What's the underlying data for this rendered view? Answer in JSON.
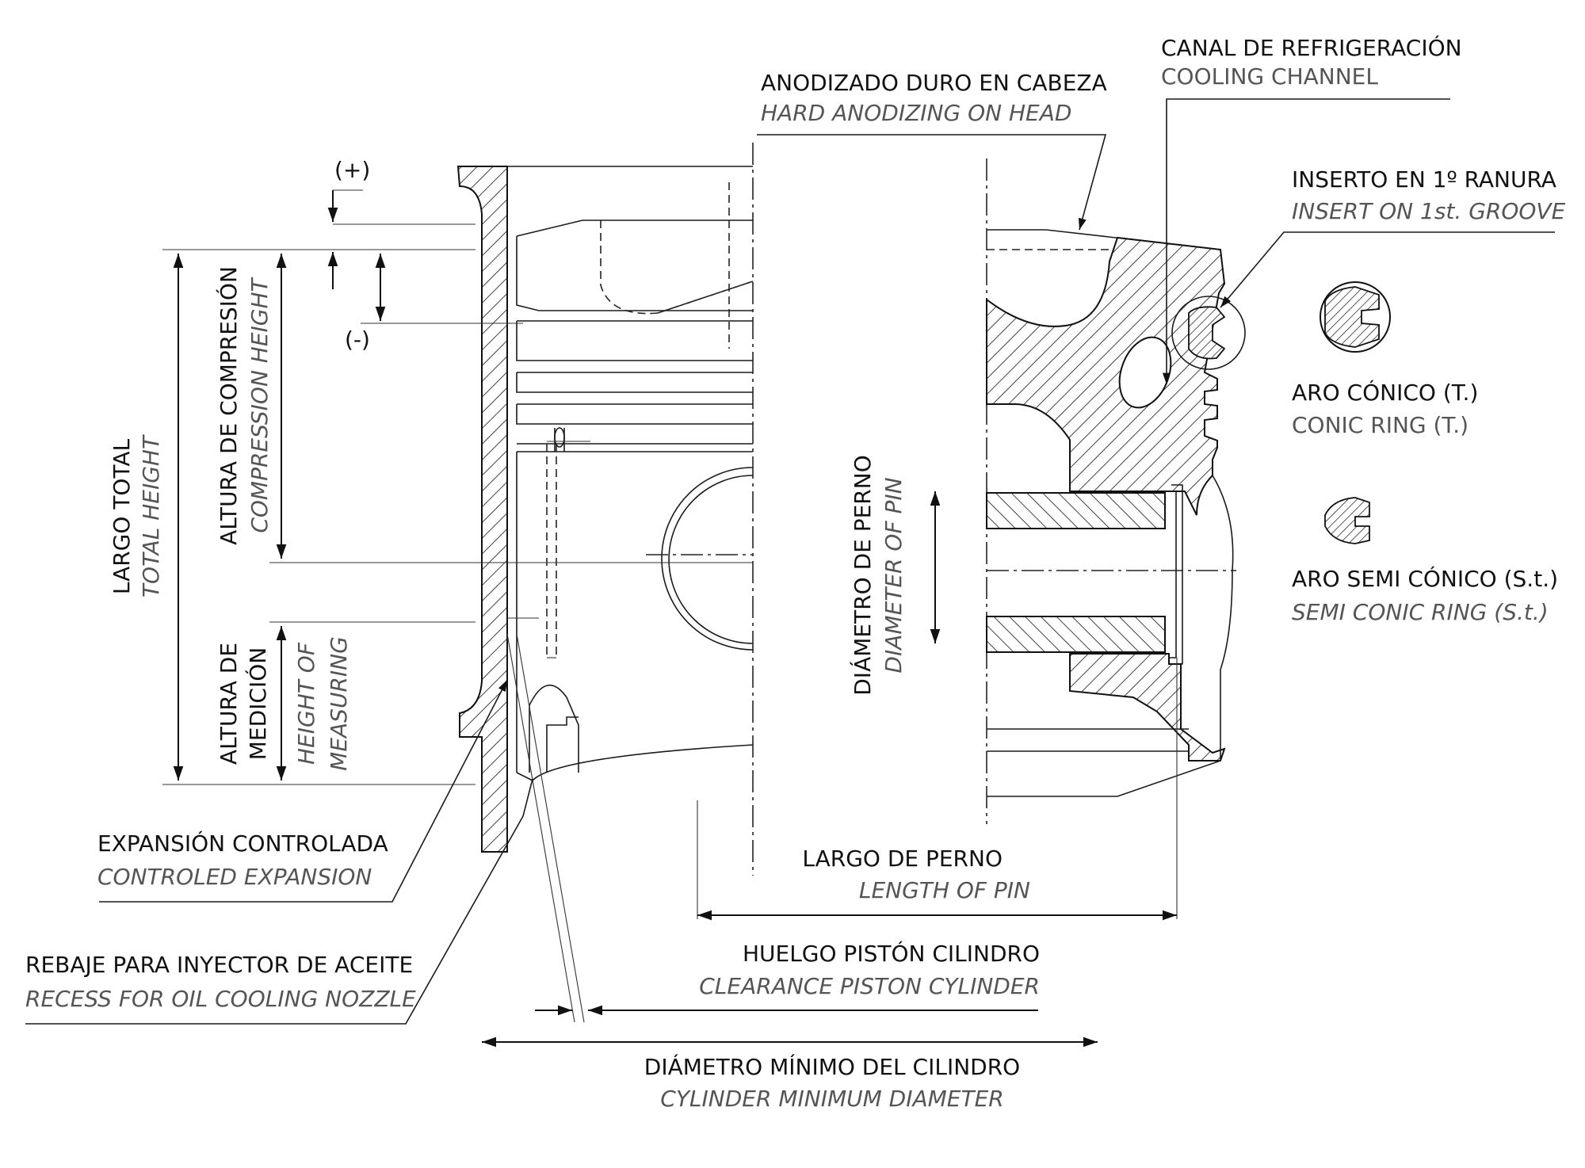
{
  "labels": {
    "hard_anodizing": {
      "es": "ANODIZADO DURO EN CABEZA",
      "en": "HARD ANODIZING ON HEAD"
    },
    "cooling_channel": {
      "es": "CANAL DE REFRIGERACIÓN",
      "en": "COOLING CHANNEL"
    },
    "insert_groove": {
      "es": "INSERTO EN 1º RANURA",
      "en": "INSERT ON 1st. GROOVE"
    },
    "conic_ring": {
      "es": "ARO  CÓNICO  (T.)",
      "en": "CONIC  RING  (T.)"
    },
    "semi_conic_ring": {
      "es": "ARO  SEMI CÓNICO (S.t.)",
      "en": "SEMI CONIC RING (S.t.)"
    },
    "total_height": {
      "es": "LARGO TOTAL",
      "en": "TOTAL  HEIGHT"
    },
    "compression_height": {
      "es": "ALTURA DE COMPRESIÓN",
      "en": "COMPRESSION HEIGHT"
    },
    "measuring_height": {
      "es_line1": "ALTURA DE",
      "es_line2": "MEDICIÓN",
      "en_line1": "HEIGHT OF",
      "en_line2": "MEASURING"
    },
    "pin_diameter": {
      "es": "DIÁMETRO  DE PERNO",
      "en": "DIAMETER OF PIN"
    },
    "controlled_expansion": {
      "es": "EXPANSIÓN CONTROLADA",
      "en": "CONTROLED EXPANSION"
    },
    "oil_nozzle_recess": {
      "es": "REBAJE PARA INYECTOR DE ACEITE",
      "en": "RECESS FOR OIL COOLING NOZZLE"
    },
    "pin_length": {
      "es": "LARGO  DE  PERNO",
      "en": "LENGTH  OF  PIN"
    },
    "clearance": {
      "es": "HUELGO  PISTÓN  CILINDRO",
      "en": "CLEARANCE  PISTON  CYLINDER"
    },
    "cylinder_min_diameter": {
      "es": "DIÁMETRO  MÍNIMO  DEL  CILINDRO",
      "en": "CYLINDER  MINIMUM  DIAMETER"
    },
    "plus_sign": "(+)",
    "minus_sign": "(-)"
  },
  "colors": {
    "ink": "#111111",
    "secondary_text": "#555555",
    "background": "#ffffff"
  }
}
